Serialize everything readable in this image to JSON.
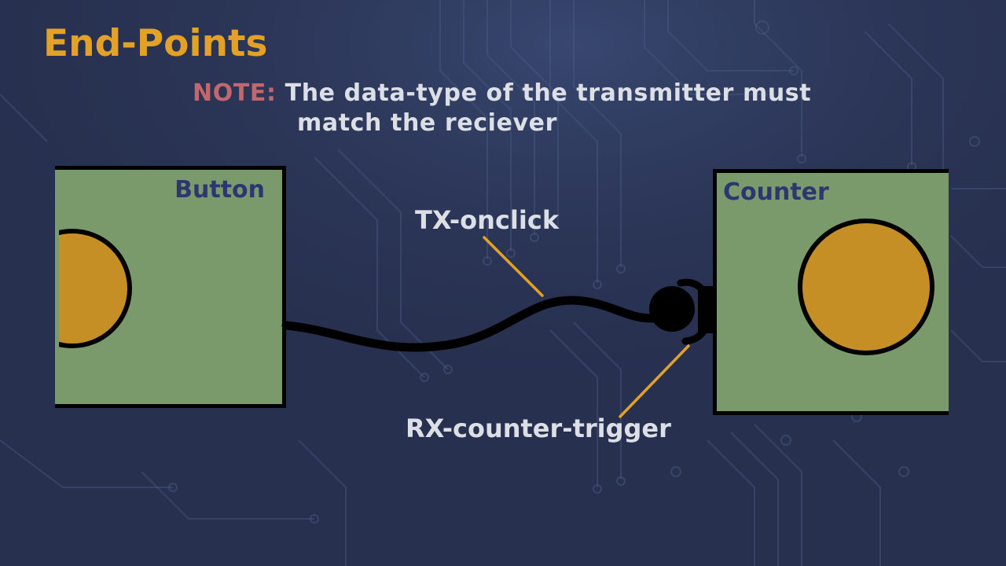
{
  "title": "End-Points",
  "note": {
    "label": "NOTE:",
    "line1": "The data-type of the transmitter must",
    "line2": "match the reciever"
  },
  "nodes": {
    "button": {
      "label": "Button"
    },
    "counter": {
      "label": "Counter"
    }
  },
  "connection": {
    "tx_label": "TX-onclick",
    "rx_label": "RX-counter-trigger"
  },
  "colors": {
    "background": "#27304f",
    "title": "#e3a126",
    "note_label": "#c2676d",
    "text": "#dcdfe6",
    "box_fill": "#7b9a6b",
    "box_label": "#2c3670",
    "port": "#c68f25",
    "leader": "#e3a126",
    "wire": "#000000"
  }
}
